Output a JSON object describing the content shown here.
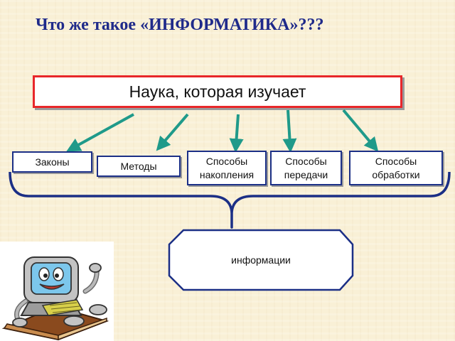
{
  "title": "Что же  такое «ИНФОРМАТИКА»???",
  "main_box": {
    "label": "Наука, которая изучает"
  },
  "nodes": [
    {
      "label": "Законы"
    },
    {
      "label": "Методы"
    },
    {
      "label": "Способы накопления"
    },
    {
      "label": "Способы передачи"
    },
    {
      "label": "Способы обработки"
    }
  ],
  "info_box": {
    "label": "информации"
  },
  "colors": {
    "title": "#1f2a8a",
    "main_border": "#e8272a",
    "node_border": "#1b2f86",
    "arrow": "#1f9a8a",
    "background": "#f9f0d6"
  },
  "icons": [
    "computer-mascot-icon",
    "book-icon"
  ]
}
